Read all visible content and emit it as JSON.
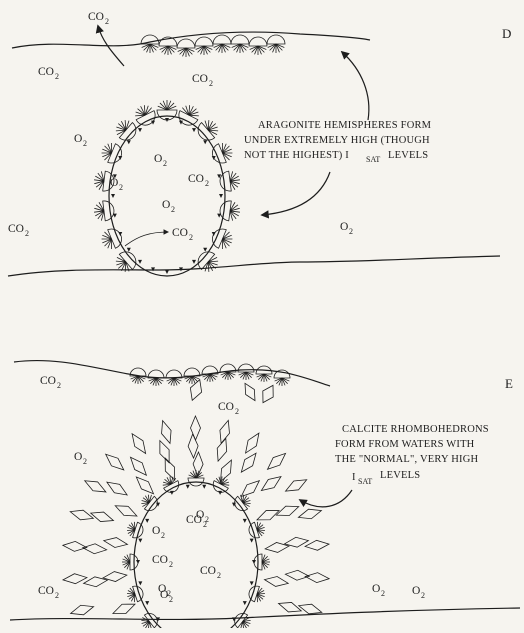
{
  "panels": [
    {
      "id": "D",
      "letter": "D",
      "caption_lines": [
        "ARAGONITE HEMISPHERES FORM",
        "UNDER EXTREMELY HIGH (THOUGH",
        "NOT THE HIGHEST) I",
        "SAT",
        "LEVELS"
      ]
    },
    {
      "id": "E",
      "letter": "E",
      "caption_lines": [
        "CALCITE RHOMBOHEDRONS",
        "FORM FROM WATERS WITH",
        "THE \"NORMAL\", VERY HIGH",
        "I",
        "SAT",
        "LEVELS"
      ]
    }
  ],
  "labels": {
    "co_main": "CO",
    "o_main": "O",
    "sub2": "2"
  }
}
